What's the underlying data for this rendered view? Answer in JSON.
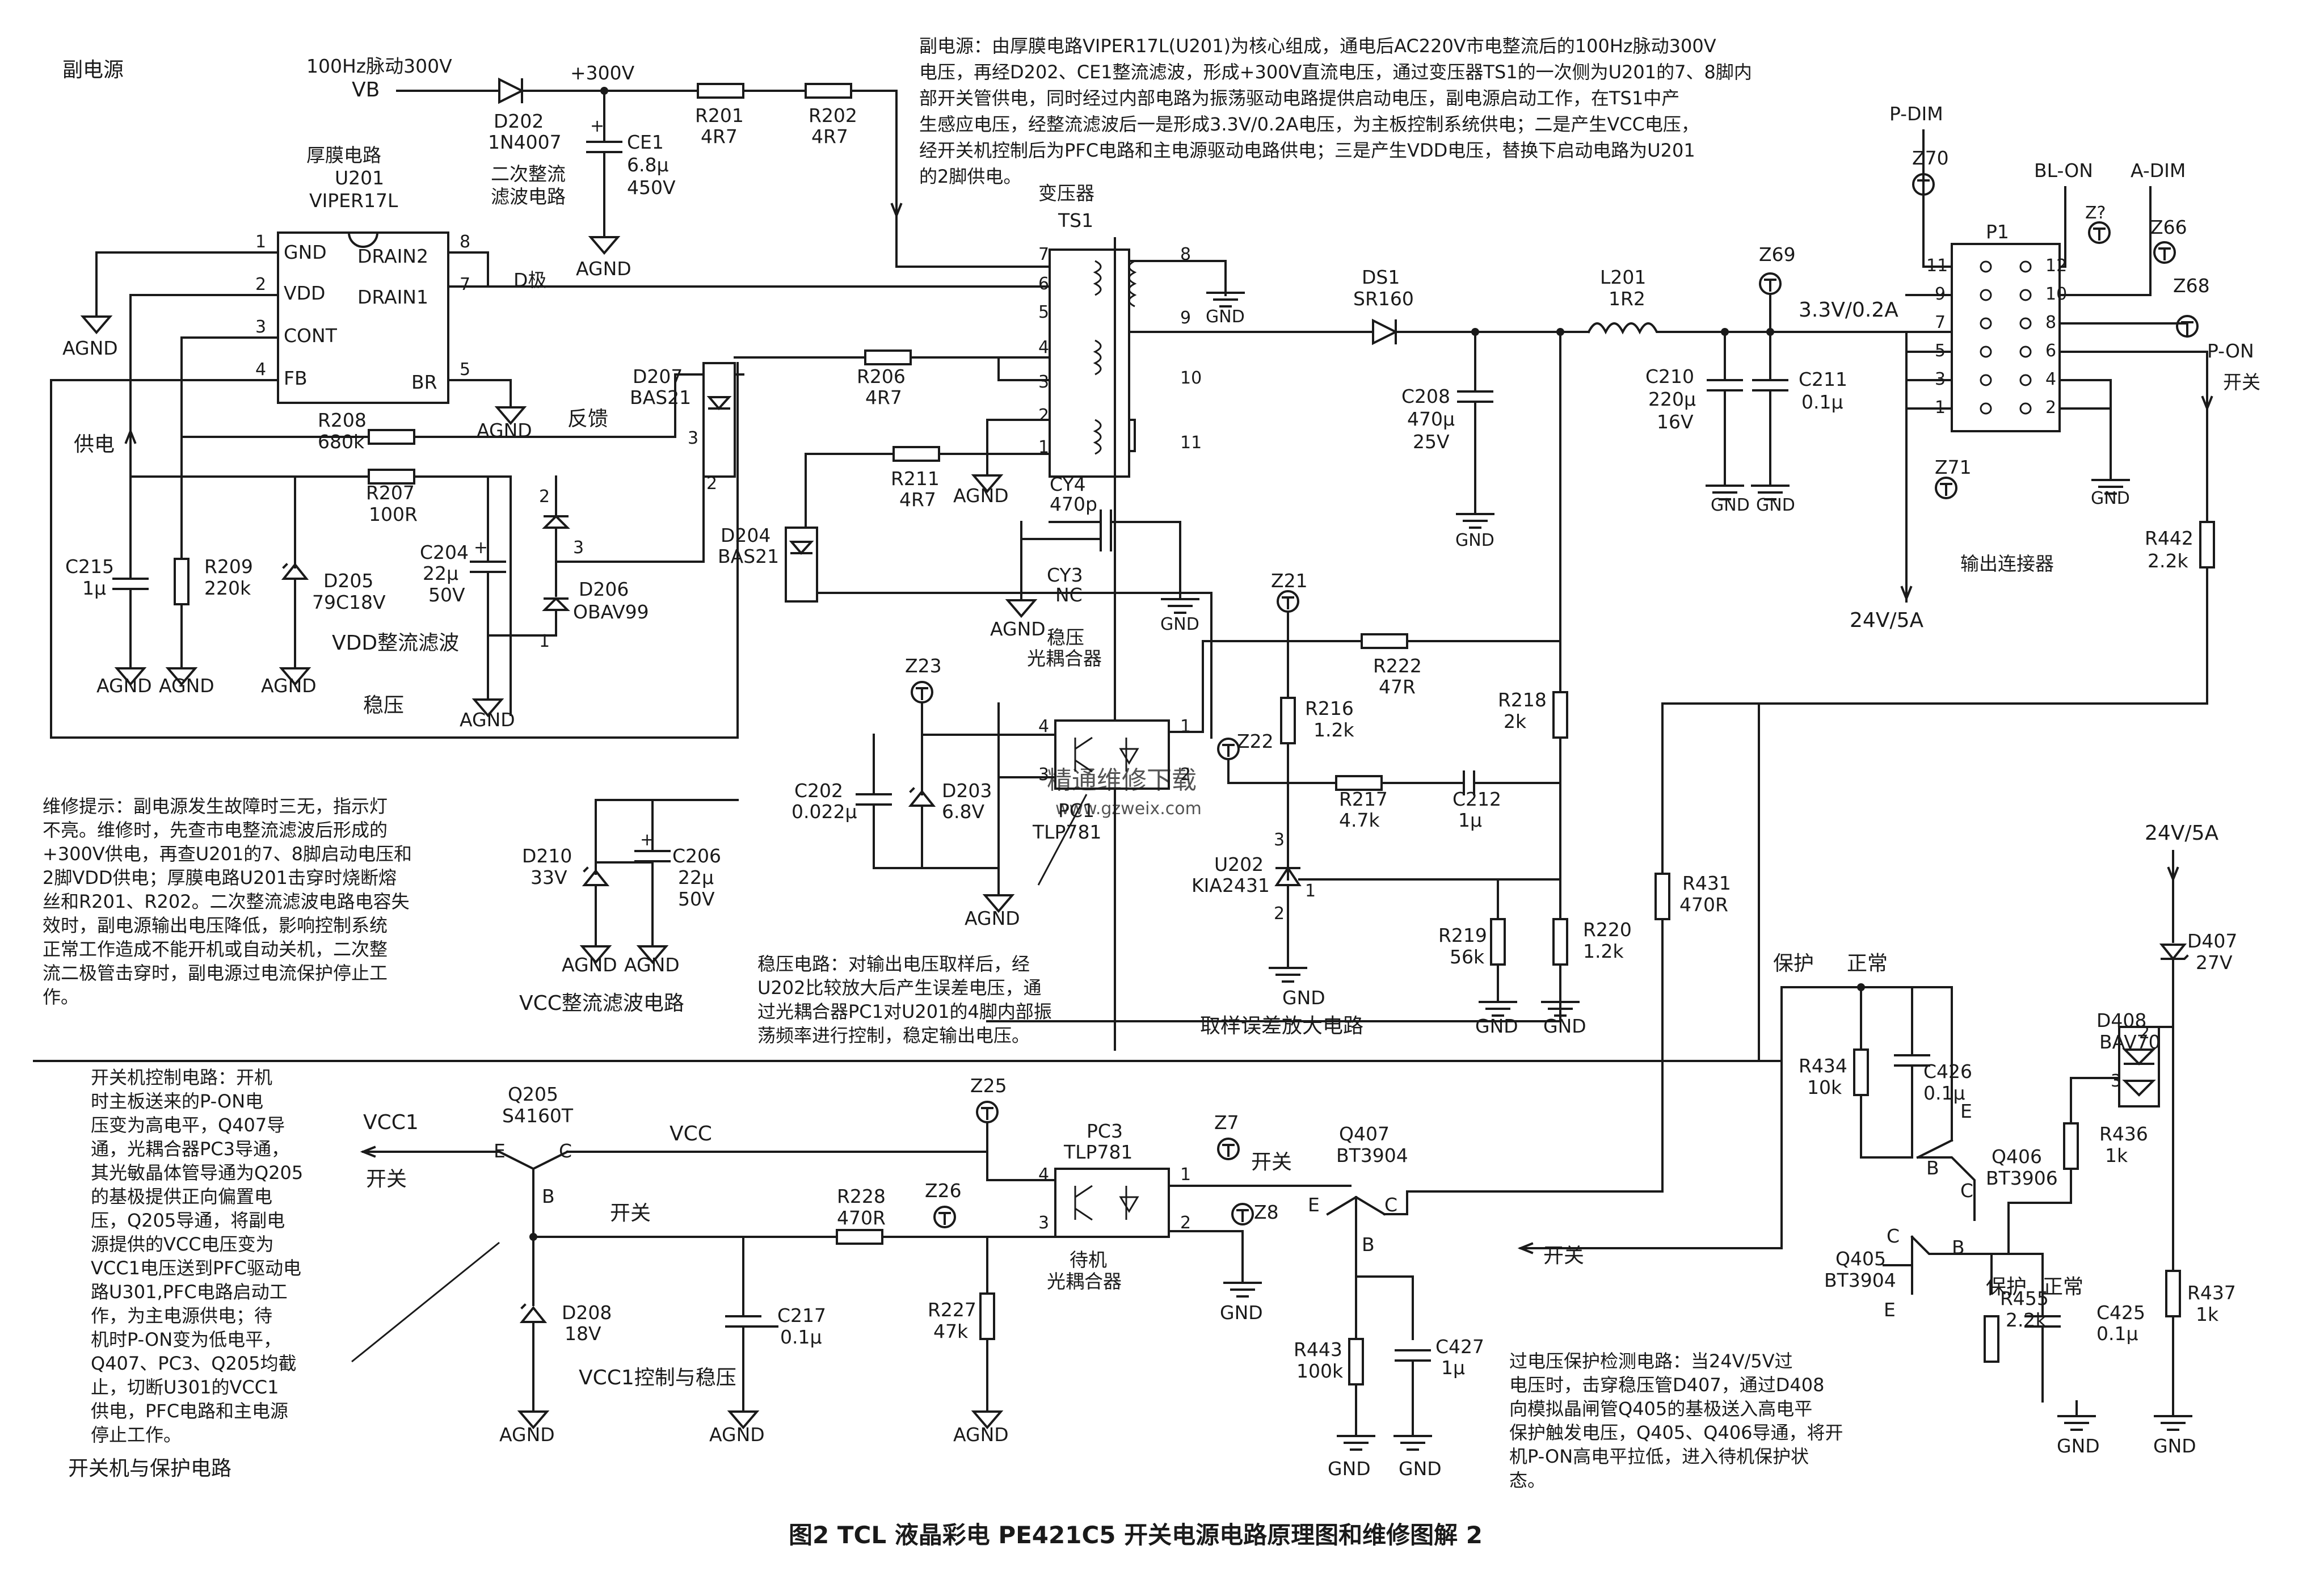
{
  "section_titles": {
    "sub_power": "副电源",
    "protection": "开关机与保护电路"
  },
  "caption": "图2 TCL 液晶彩电 PE421C5 开关电源电路原理图和维修图解 2",
  "watermark": {
    "text": "精通维修下载",
    "url": "www.gzweix.com"
  },
  "input": {
    "vb_note": "100Hz脉动300V",
    "vb": "VB",
    "plus300": "+300V"
  },
  "u201": {
    "title": "厚膜电路",
    "ref": "U201",
    "part": "VIPER17L",
    "pins": [
      {
        "num": "1",
        "name": "GND"
      },
      {
        "num": "2",
        "name": "VDD"
      },
      {
        "num": "3",
        "name": "CONT"
      },
      {
        "num": "4",
        "name": "FB"
      },
      {
        "num": "8",
        "name": "DRAIN2"
      },
      {
        "num": "7",
        "name": "DRAIN1"
      },
      {
        "num": "5",
        "name": "BR"
      }
    ],
    "d_pole": "D极"
  },
  "components": {
    "d202": {
      "ref": "D202",
      "value": "1N4007"
    },
    "ce1": {
      "ref": "CE1",
      "value1": "6.8μ",
      "value2": "450V",
      "note1": "二次整流",
      "note2": "滤波电路"
    },
    "r201": {
      "ref": "R201",
      "value": "4R7"
    },
    "r202": {
      "ref": "R202",
      "value": "4R7"
    },
    "ts1": {
      "title": "变压器",
      "ref": "TS1",
      "pins": [
        "7",
        "6",
        "5",
        "4",
        "3",
        "2",
        "1",
        "8",
        "9",
        "10",
        "11"
      ]
    },
    "ds1": {
      "ref": "DS1",
      "value": "SR160"
    },
    "l201": {
      "ref": "L201",
      "value": "1R2"
    },
    "c208": {
      "ref": "C208",
      "value1": "470μ",
      "value2": "25V"
    },
    "c210": {
      "ref": "C210",
      "value1": "220μ",
      "value2": "16V"
    },
    "c211": {
      "ref": "C211",
      "value": "0.1μ"
    },
    "d207": {
      "ref": "D207",
      "value": "BAS21"
    },
    "r206": {
      "ref": "R206",
      "value": "4R7"
    },
    "r208": {
      "ref": "R208",
      "value": "680k"
    },
    "r207": {
      "ref": "R207",
      "value": "100R"
    },
    "c204": {
      "ref": "C204",
      "value1": "22μ",
      "value2": "50V"
    },
    "d206": {
      "ref": "D206",
      "value": "OBAV99"
    },
    "c215": {
      "ref": "C215",
      "value": "1μ"
    },
    "r209": {
      "ref": "R209",
      "value": "220k"
    },
    "d205": {
      "ref": "D205",
      "value": "79C18V"
    },
    "d204": {
      "ref": "D204",
      "value": "BAS21"
    },
    "r211": {
      "ref": "R211",
      "value": "4R7"
    },
    "cy4": {
      "ref": "CY4",
      "value": "470p"
    },
    "cy3": {
      "ref": "CY3",
      "value": "NC"
    },
    "c202": {
      "ref": "C202",
      "value": "0.022μ"
    },
    "d203": {
      "ref": "D203",
      "value": "6.8V"
    },
    "pc1": {
      "title1": "稳压",
      "title2": "光耦合器",
      "ref": "PC1",
      "part": "TLP781"
    },
    "r222": {
      "ref": "R222",
      "value": "47R"
    },
    "r216": {
      "ref": "R216",
      "value": "1.2k"
    },
    "r218": {
      "ref": "R218",
      "value": "2k"
    },
    "r217": {
      "ref": "R217",
      "value": "4.7k"
    },
    "c212": {
      "ref": "C212",
      "value": "1μ"
    },
    "u202": {
      "ref": "U202",
      "value": "KIA2431"
    },
    "r219": {
      "ref": "R219",
      "value": "56k"
    },
    "r220": {
      "ref": "R220",
      "value": "1.2k"
    },
    "r431": {
      "ref": "R431",
      "value": "470R"
    },
    "r442": {
      "ref": "R442",
      "value": "2.2k"
    },
    "d210": {
      "ref": "D210",
      "value": "33V"
    },
    "c206": {
      "ref": "C206",
      "value1": "22μ",
      "value2": "50V"
    },
    "q205": {
      "ref": "Q205",
      "value": "S4160T"
    },
    "d208": {
      "ref": "D208",
      "value": "18V"
    },
    "r228": {
      "ref": "R228",
      "value": "470R"
    },
    "c217": {
      "ref": "C217",
      "value": "0.1μ"
    },
    "r227": {
      "ref": "R227",
      "value": "47k"
    },
    "pc3": {
      "ref": "PC3",
      "part": "TLP781",
      "title1": "待机",
      "title2": "光耦合器"
    },
    "q407": {
      "ref": "Q407",
      "value": "BT3904"
    },
    "r443": {
      "ref": "R443",
      "value": "100k"
    },
    "c427": {
      "ref": "C427",
      "value": "1μ"
    },
    "r434": {
      "ref": "R434",
      "value": "10k"
    },
    "c426": {
      "ref": "C426",
      "value": "0.1μ"
    },
    "q406": {
      "ref": "Q406",
      "value": "BT3906"
    },
    "q405": {
      "ref": "Q405",
      "value": "BT3904"
    },
    "r455": {
      "ref": "R455",
      "value": "2.2k"
    },
    "c425": {
      "ref": "C425",
      "value": "0.1μ"
    },
    "d407": {
      "ref": "D407",
      "value": "27V"
    },
    "d408": {
      "ref": "D408",
      "value": "BAV70"
    },
    "r436": {
      "ref": "R436",
      "value": "1k"
    },
    "r437": {
      "ref": "R437",
      "value": "1k"
    }
  },
  "testpoints": [
    "Z70",
    "Z?",
    "Z66",
    "Z68",
    "Z69",
    "Z71",
    "Z21",
    "Z22",
    "Z23",
    "Z25",
    "Z26",
    "Z7",
    "Z8"
  ],
  "labels": {
    "agnd": "AGND",
    "gnd": "GND",
    "feedback": "反馈",
    "supply": "供电",
    "regulate": "稳压",
    "vdd_filter": "VDD整流滤波",
    "vcc_filter": "VCC整流滤波电路",
    "sampling_amp": "取样误差放大电路",
    "vcc1_ctrl": "VCC1控制与稳压",
    "out_33": "3.3V/0.2A",
    "out_24": "24V/5A",
    "out_24b": "24V/5A",
    "output_connector": "输出连接器",
    "p1": "P1",
    "p_dim": "P-DIM",
    "bl_on": "BL-ON",
    "a_dim": "A-DIM",
    "p_on": "P-ON",
    "vcc": "VCC",
    "vcc1": "VCC1",
    "switch": "开关",
    "protect": "保护",
    "normal": "正常",
    "pin_e": "E",
    "pin_b": "B",
    "pin_c": "C"
  },
  "p1_pins": {
    "left": [
      "11",
      "9",
      "7",
      "5",
      "3",
      "1"
    ],
    "right": [
      "12",
      "10",
      "8",
      "6",
      "4",
      "2"
    ]
  },
  "notes": {
    "sub_power_desc": [
      "副电源：由厚膜电路VIPER17L(U201)为核心组成，通电后AC220V市电整流后的100Hz脉动300V",
      "电压，再经D202、CE1整流滤波，形成+300V直流电压，通过变压器TS1的一次侧为U201的7、8脚内",
      "部开关管供电，同时经过内部电路为振荡驱动电路提供启动电压，副电源启动工作，在TS1中产",
      "生感应电压，经整流滤波后一是形成3.3V/0.2A电压，为主板控制系统供电；二是产生VCC电压，",
      "经开关机控制后为PFC电路和主电源驱动电路供电；三是产生VDD电压，替换下启动电路为U201",
      "的2脚供电。"
    ],
    "repair_tip": [
      "维修提示：副电源发生故障时三无，指示灯",
      "不亮。维修时，先查市电整流滤波后形成的",
      "+300V供电，再查U201的7、8脚启动电压和",
      "2脚VDD供电；厚膜电路U201击穿时烧断熔",
      "丝和R201、R202。二次整流滤波电路电容失",
      "效时，副电源输出电压降低，影响控制系统",
      "正常工作造成不能开机或自动关机，二次整",
      "流二极管击穿时，副电源过电流保护停止工",
      "作。"
    ],
    "regulation_desc": [
      "稳压电路：对输出电压取样后，经",
      "U202比较放大后产生误差电压，通",
      "过光耦合器PC1对U201的4脚内部振",
      "荡频率进行控制，稳定输出电压。"
    ],
    "power_on_desc": [
      "开关机控制电路：开机",
      "时主板送来的P-ON电",
      "压变为高电平，Q407导",
      "通，光耦合器PC3导通，",
      "其光敏晶体管导通为Q205",
      "的基极提供正向偏置电",
      "压，Q205导通，将副电",
      "源提供的VCC电压变为",
      "VCC1电压送到PFC驱动电",
      "路U301,PFC电路启动工",
      "作，为主电源供电；待",
      "机时P-ON变为低电平，",
      "Q407、PC3、Q205均截",
      "止，切断U301的VCC1",
      "供电，PFC电路和主电源",
      "停止工作。"
    ],
    "ovp_desc": [
      "过电压保护检测电路：当24V/5V过",
      "电压时，击穿稳压管D407，通过D408",
      "向模拟晶闸管Q405的基极送入高电平",
      "保护触发电压，Q405、Q406导通，将开",
      "机P-ON高电平拉低，进入待机保护状",
      "态。"
    ]
  }
}
